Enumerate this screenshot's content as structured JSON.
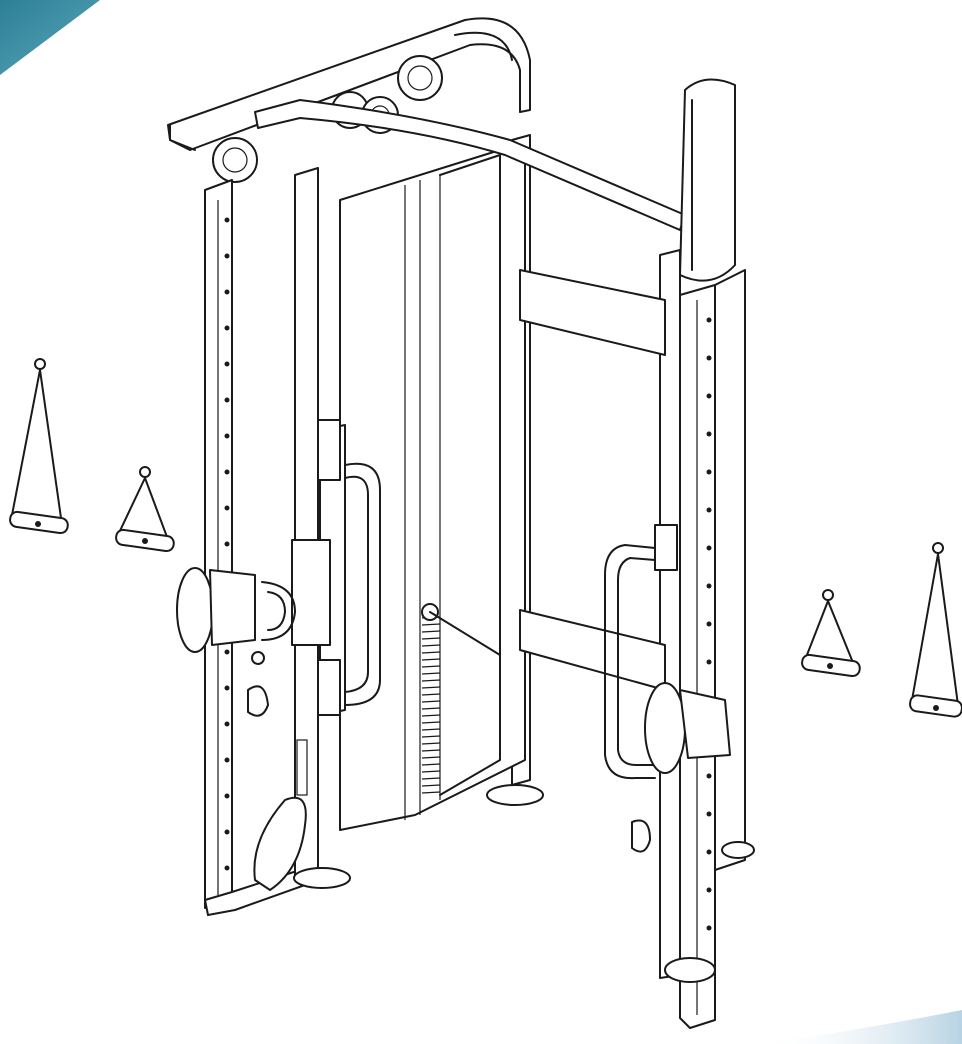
{
  "colors": {
    "line": "#1a1a1a",
    "background": "#ffffff",
    "accent_top": "#3f8fa3",
    "accent_bottom": "#c4dbe8"
  },
  "parts": {
    "weight_stack_plates": 26,
    "handles": [
      "handle-left-long",
      "handle-left-short",
      "handle-right-short",
      "handle-right-long"
    ]
  }
}
